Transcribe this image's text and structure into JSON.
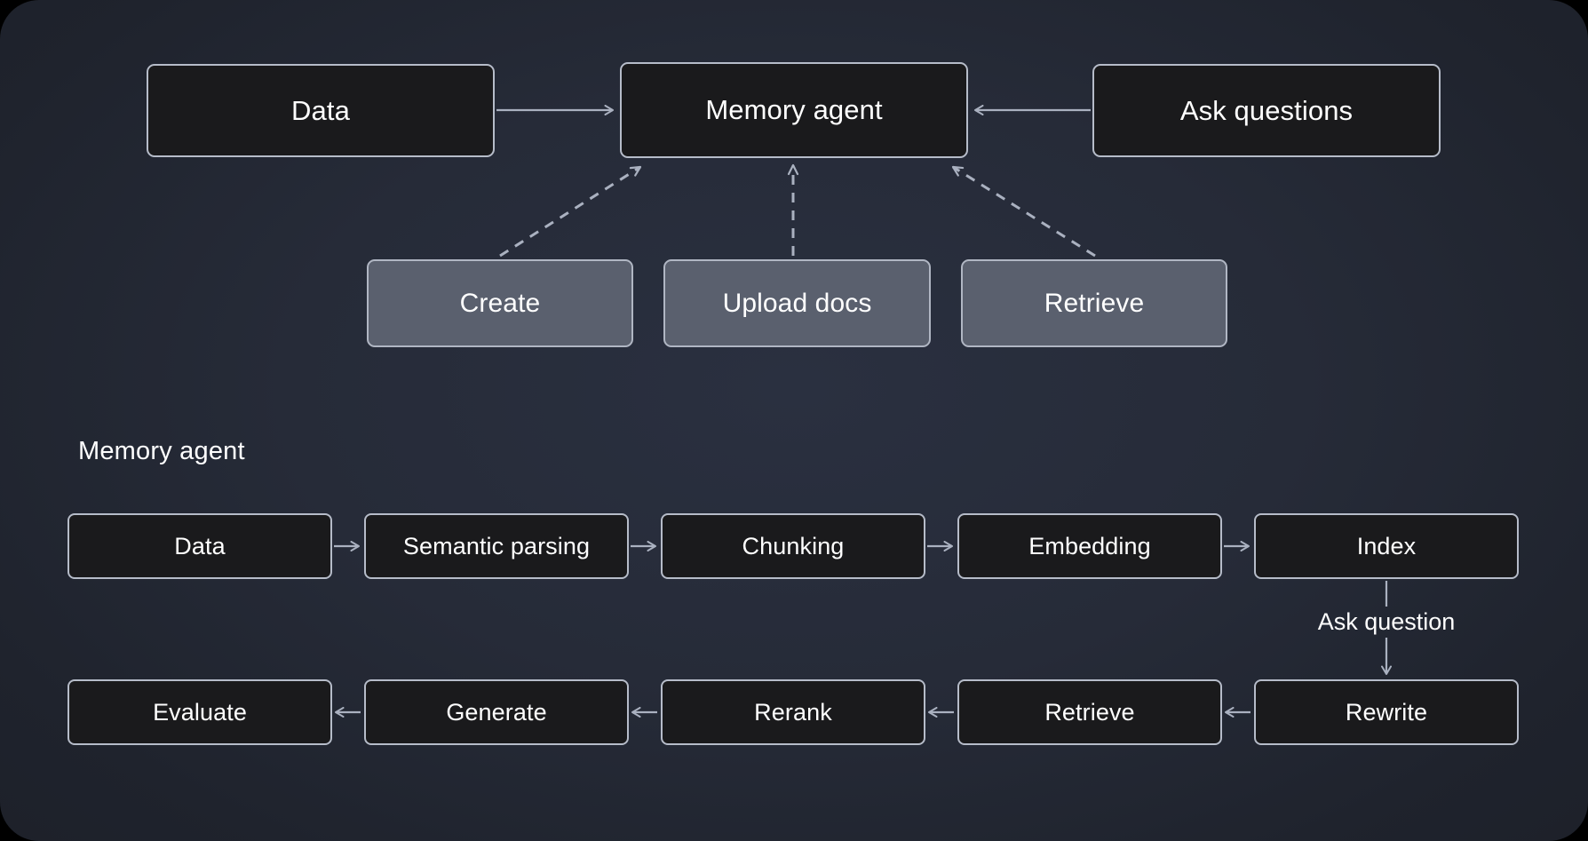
{
  "colors": {
    "canvas_background": "#232833",
    "page_background": "#000000",
    "node_dark_fill": "#1a1a1c",
    "node_gray_fill": "#5a606e",
    "node_border": "#b6bcc9",
    "edge_stroke": "#aab1c0",
    "text": "#ffffff"
  },
  "top_flow": {
    "source_node": "Data",
    "center_node": "Memory agent",
    "question_node": "Ask questions"
  },
  "operations": [
    {
      "label": "Create"
    },
    {
      "label": "Upload docs"
    },
    {
      "label": "Retrieve"
    }
  ],
  "memory_agent_section": {
    "heading": "Memory agent",
    "edge_label_ask_question": "Ask question",
    "pipeline_row_1": [
      {
        "label": "Data"
      },
      {
        "label": "Semantic parsing"
      },
      {
        "label": "Chunking"
      },
      {
        "label": "Embedding"
      },
      {
        "label": "Index"
      }
    ],
    "pipeline_row_2": [
      {
        "label": "Evaluate"
      },
      {
        "label": "Generate"
      },
      {
        "label": "Rerank"
      },
      {
        "label": "Retrieve"
      },
      {
        "label": "Rewrite"
      }
    ]
  }
}
